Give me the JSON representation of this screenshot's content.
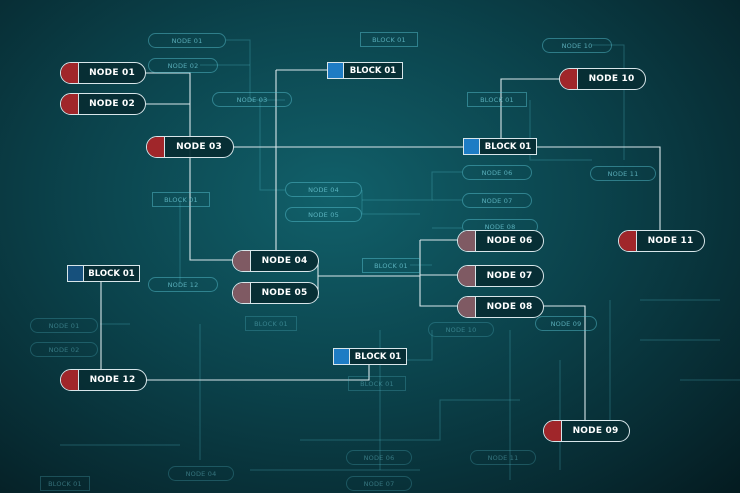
{
  "nodes": {
    "n01": "NODE 01",
    "n02": "NODE 02",
    "n03": "NODE 03",
    "n04": "NODE 04",
    "n05": "NODE 05",
    "n06": "NODE 06",
    "n07": "NODE 07",
    "n08": "NODE 08",
    "n09": "NODE 09",
    "n10": "NODE 10",
    "n11": "NODE 11",
    "n12": "NODE 12"
  },
  "blocks": {
    "label": "BLOCK 01"
  },
  "background_labels": {
    "g1": "NODE 01",
    "g2": "NODE 02",
    "g3": "NODE 03",
    "g4": "NODE 04",
    "g5": "NODE 05",
    "g6": "NODE 06",
    "g7": "NODE 07",
    "g8": "NODE 08",
    "g9": "NODE 09",
    "g10": "NODE 10",
    "g11": "NODE 11",
    "g12": "NODE 12",
    "g13": "BLOCK 01",
    "g14": "BLOCK 01",
    "g15": "BLOCK 01",
    "g16": "BLOCK 01",
    "g17": "NODE 01",
    "g18": "NODE 02",
    "g19": "BLOCK 01",
    "g20": "BLOCK 01",
    "g21": "NODE 10",
    "g22": "NODE 06",
    "g23": "NODE 11",
    "g24": "NODE 04",
    "g25": "NODE 07",
    "g26": "BLOCK 01"
  },
  "colors": {
    "background": "#0b434c",
    "node_cap": "#a0262a",
    "node_cap_muted": "#7f5a63",
    "block_square": "#1e7cc4",
    "line": "#d8e6ea"
  }
}
